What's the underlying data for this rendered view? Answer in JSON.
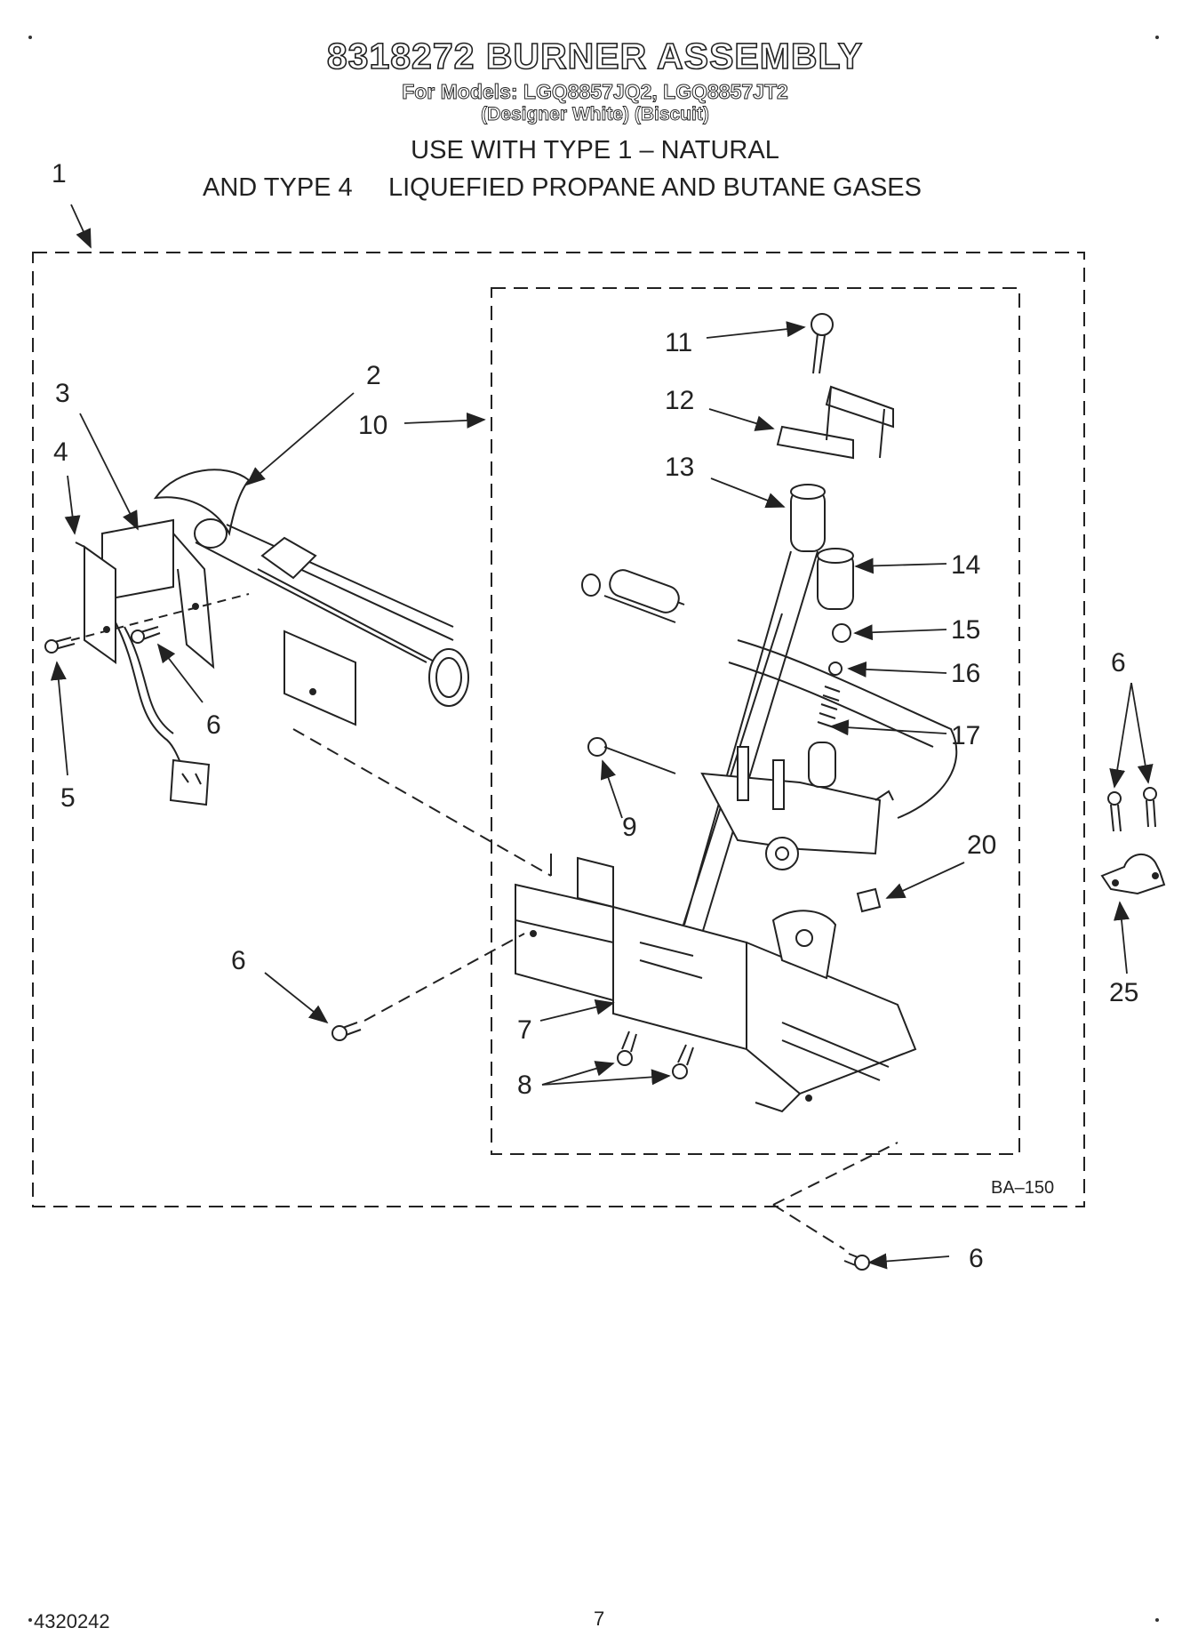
{
  "header": {
    "title": "8318272 BURNER ASSEMBLY",
    "models": "For Models: LGQ8857JQ2, LGQ8857JT2",
    "colors": "(Designer White)  (Biscuit)",
    "type_line1": "USE WITH TYPE 1 –  NATURAL",
    "type_line2": "AND TYPE 4     LIQUEFIED PROPANE AND BUTANE GASES"
  },
  "callouts": {
    "c1": "1",
    "c2": "2",
    "c3": "3",
    "c4": "4",
    "c5": "5",
    "c6a": "6",
    "c6b": "6",
    "c6c": "6",
    "c6d": "6",
    "c7": "7",
    "c8": "8",
    "c9": "9",
    "c10": "10",
    "c11": "11",
    "c12": "12",
    "c13": "13",
    "c14": "14",
    "c15": "15",
    "c16": "16",
    "c17": "17",
    "c20": "20",
    "c25": "25"
  },
  "diagram_code": "BA–150",
  "footer": {
    "doc_number": "4320242",
    "page_number": "7"
  },
  "colors": {
    "ink": "#222222",
    "paper": "#ffffff"
  }
}
